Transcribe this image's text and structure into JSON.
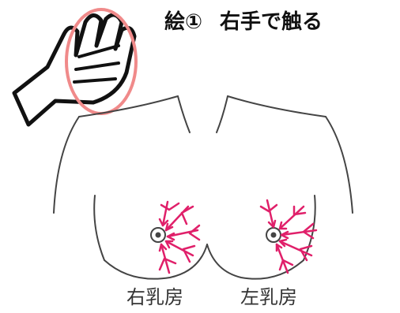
{
  "title": {
    "number": "絵①",
    "text": "右手で触る"
  },
  "labels": {
    "right_breast": "右乳房",
    "left_breast": "左乳房"
  },
  "colors": {
    "highlight_circle": "#f08a8a",
    "arrows": "#e0206a",
    "outline": "#444444"
  },
  "icons": {
    "hand": "hand-icon",
    "nipple": "nipple-icon"
  }
}
